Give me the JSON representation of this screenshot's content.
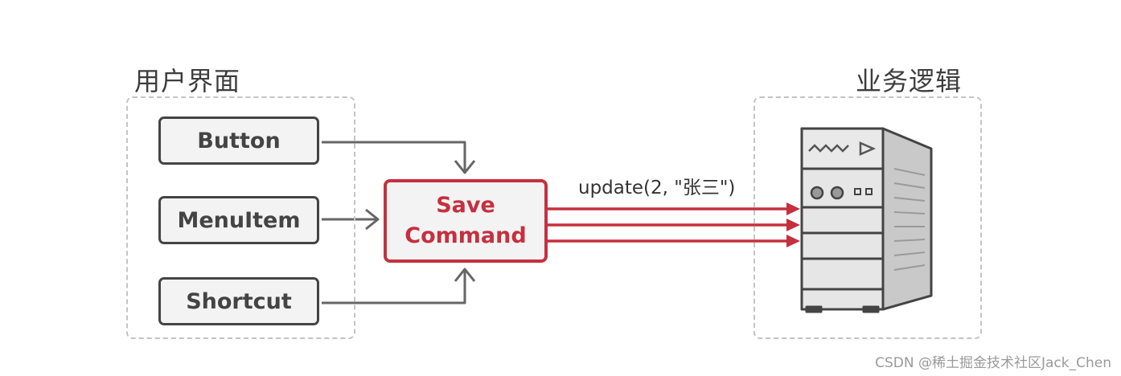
{
  "ui_group": {
    "title": "用户界面",
    "buttons": [
      "Button",
      "MenuItem",
      "Shortcut"
    ]
  },
  "command": {
    "line1": "Save",
    "line2": "Command"
  },
  "call": {
    "label": "update(2, \"张三\")"
  },
  "logic_group": {
    "title": "业务逻辑",
    "icon": "server-icon"
  },
  "watermark": "CSDN @稀土掘金技术社区Jack_Chen",
  "colors": {
    "accent": "#c5303e",
    "dark": "#444444",
    "dashed": "#c4c4c4"
  }
}
